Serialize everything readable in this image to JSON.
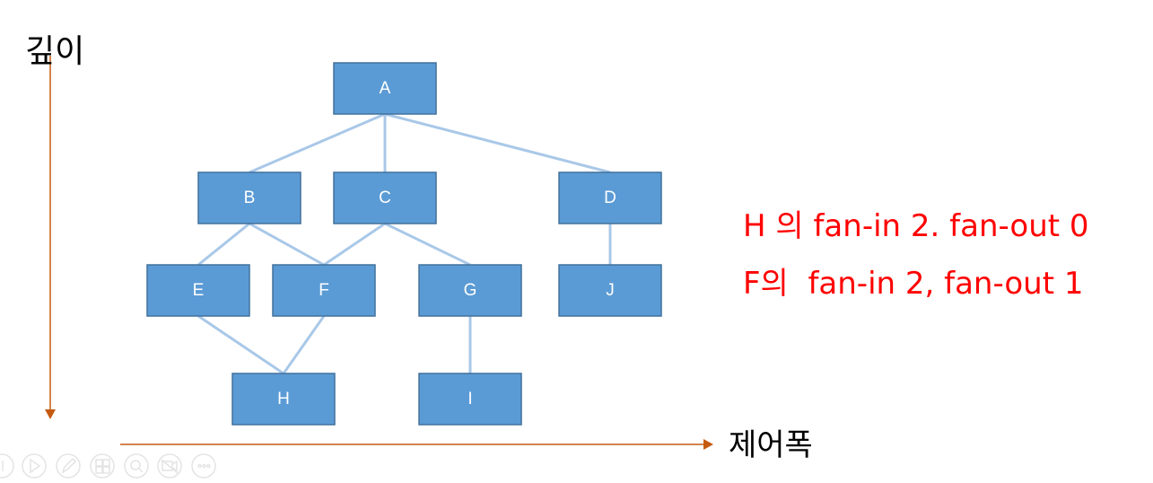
{
  "axes": {
    "depth_label": "깊이",
    "width_label": "제어폭"
  },
  "nodes": [
    {
      "id": "A",
      "label": "A"
    },
    {
      "id": "B",
      "label": "B"
    },
    {
      "id": "C",
      "label": "C"
    },
    {
      "id": "D",
      "label": "D"
    },
    {
      "id": "E",
      "label": "E"
    },
    {
      "id": "F",
      "label": "F"
    },
    {
      "id": "G",
      "label": "G"
    },
    {
      "id": "J",
      "label": "J"
    },
    {
      "id": "H",
      "label": "H"
    },
    {
      "id": "I",
      "label": "I"
    }
  ],
  "edges": [
    [
      "A",
      "B"
    ],
    [
      "A",
      "C"
    ],
    [
      "A",
      "D"
    ],
    [
      "B",
      "E"
    ],
    [
      "B",
      "F"
    ],
    [
      "C",
      "F"
    ],
    [
      "C",
      "G"
    ],
    [
      "D",
      "J"
    ],
    [
      "E",
      "H"
    ],
    [
      "F",
      "H"
    ],
    [
      "G",
      "I"
    ]
  ],
  "notes": {
    "h_note": "H 의 fan-in 2. fan-out 0",
    "f_note": "F의  fan-in 2, fan-out 1"
  },
  "colors": {
    "node_fill": "#5b9bd5",
    "edge": "#a9c8e8",
    "axis_arrow": "#c55a11",
    "note_text": "#ff0000"
  },
  "toolbar_icons": [
    "slide-back-icon",
    "play-icon",
    "pen-icon",
    "slides-grid-icon",
    "zoom-icon",
    "camera-off-icon",
    "more-options-icon"
  ]
}
